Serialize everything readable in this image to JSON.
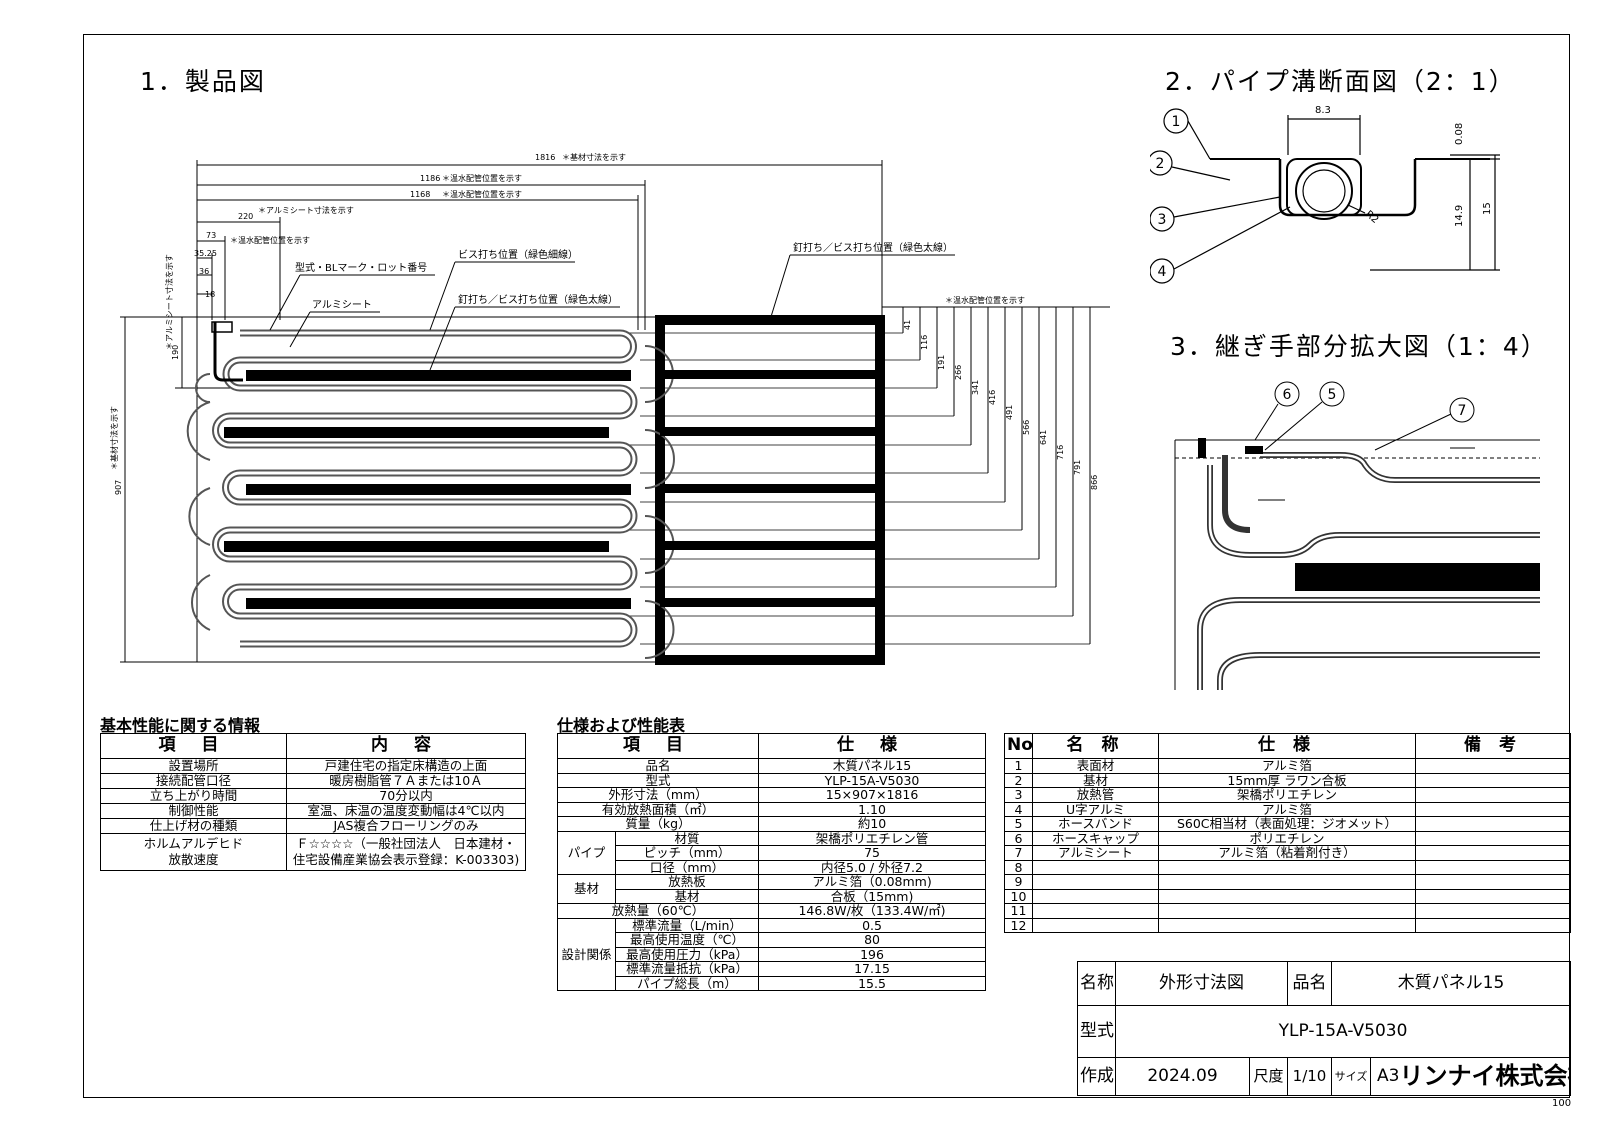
{
  "sections": {
    "product": "1．製品図",
    "pipe_section": "2．パイプ溝断面図（2：1）",
    "joint": "3．継ぎ手部分拡大図（1：4）"
  },
  "product_diagram": {
    "dims_top": [
      {
        "value": "1816",
        "note": "＊基材寸法を示す"
      },
      {
        "value": "1186",
        "note": "＊温水配管位置を示す"
      },
      {
        "value": "1168",
        "note": "＊温水配管位置を示す"
      },
      {
        "value": "220",
        "note": "＊アルミシート寸法を示す"
      },
      {
        "value": "73",
        "note": "＊温水配管位置を示す"
      },
      {
        "value": "35.25"
      },
      {
        "value": "36"
      },
      {
        "value": "18"
      }
    ],
    "dims_left": [
      {
        "value": "190",
        "note": "＊アルミシート寸法を示す"
      },
      {
        "value": "907",
        "note": "＊基材寸法を示す"
      }
    ],
    "dims_right_note": "＊温水配管位置を示す",
    "dims_right": [
      "41",
      "116",
      "191",
      "266",
      "341",
      "416",
      "491",
      "566",
      "641",
      "716",
      "791",
      "866"
    ],
    "labels": {
      "model_mark": "型式・BLマーク・ロット番号",
      "alu_sheet": "アルミシート",
      "screw_pos": "ビス打ち位置（緑色細線）",
      "nail_screw_pos": "釘打ち／ビス打ち位置（緑色太線）",
      "nail_screw_pos_right": "釘打ち／ビス打ち位置（緑色太線）"
    }
  },
  "pipe_diagram": {
    "dim_width": "8.3",
    "dim_foil": "0.08",
    "dim_depth": "14.9",
    "dim_total": "15",
    "radius": "R2",
    "callouts": [
      "1",
      "2",
      "3",
      "4"
    ]
  },
  "joint_diagram": {
    "callouts": [
      "6",
      "5",
      "7"
    ]
  },
  "basic_perf": {
    "title": "基本性能に関する情報",
    "headers": [
      "項 目",
      "内 容"
    ],
    "rows": [
      [
        "設置場所",
        "戸建住宅の指定床構造の上面"
      ],
      [
        "接続配管口径",
        "暖房樹脂管７Ａまたは10Ａ"
      ],
      [
        "立ち上がり時間",
        "70分以内"
      ],
      [
        "制御性能",
        "室温、床温の温度変動幅は4℃以内"
      ],
      [
        "仕上げ材の種類",
        "JAS複合フローリングのみ"
      ]
    ],
    "form_item_1": "ホルムアルデヒド",
    "form_item_2": "放散速度",
    "form_value_1": "Ｆ☆☆☆☆（一般社団法人　日本建材・",
    "form_value_2": "住宅設備産業協会表示登録：K-003303)"
  },
  "spec": {
    "title": "仕様および性能表",
    "headers": [
      "項 目",
      "仕 様"
    ],
    "rows_top": [
      [
        "品名",
        "木質パネル15"
      ],
      [
        "型式",
        "YLP-15A-V5030"
      ],
      [
        "外形寸法（mm）",
        "15×907×1816"
      ],
      [
        "有効放熱面積（㎡）",
        "1.10"
      ],
      [
        "質量（kg）",
        "約10"
      ]
    ],
    "pipe_group": "パイプ",
    "pipe_rows": [
      [
        "材質",
        "架橋ポリエチレン管"
      ],
      [
        "ピッチ（mm）",
        "75"
      ],
      [
        "口径（mm）",
        "内径5.0 / 外径7.2"
      ]
    ],
    "base_group": "基材",
    "base_rows": [
      [
        "放熱板",
        "アルミ箔（0.08mm)"
      ],
      [
        "基材",
        "合板（15mm)"
      ]
    ],
    "heat_row": [
      "放熱量（60℃）",
      "146.8W/枚（133.4W/㎡)"
    ],
    "design_group": "設計関係",
    "design_rows": [
      [
        "標準流量（L/min）",
        "0.5"
      ],
      [
        "最高使用温度（℃）",
        "80"
      ],
      [
        "最高使用圧力（kPa）",
        "196"
      ],
      [
        "標準流量抵抗（kPa）",
        "17.15"
      ],
      [
        "パイプ総長（m）",
        "15.5"
      ]
    ]
  },
  "parts": {
    "headers": [
      "No",
      "名 称",
      "仕 様",
      "備 考"
    ],
    "rows": [
      [
        "1",
        "表面材",
        "アルミ箔",
        ""
      ],
      [
        "2",
        "基材",
        "15mm厚 ラワン合板",
        ""
      ],
      [
        "3",
        "放熱管",
        "架橋ポリエチレン",
        ""
      ],
      [
        "4",
        "U字アルミ",
        "アルミ箔",
        ""
      ],
      [
        "5",
        "ホースバンド",
        "S60C相当材（表面処理：ジオメット）",
        ""
      ],
      [
        "6",
        "ホースキャップ",
        "ポリエチレン",
        ""
      ],
      [
        "7",
        "アルミシート",
        "アルミ箔（粘着剤付き）",
        ""
      ],
      [
        "8",
        "",
        "",
        ""
      ],
      [
        "9",
        "",
        "",
        ""
      ],
      [
        "10",
        "",
        "",
        ""
      ],
      [
        "11",
        "",
        "",
        ""
      ],
      [
        "12",
        "",
        "",
        ""
      ]
    ]
  },
  "title_block": {
    "name_label": "名称",
    "name_value": "外形寸法図",
    "product_label": "品名",
    "product_value": "木質パネル15",
    "model_label": "型式",
    "model_value": "YLP-15A-V5030",
    "made_label": "作成",
    "date": "2024.09",
    "scale_label": "尺度",
    "scale": "1/10",
    "size_label": "サイズ",
    "size": "A3",
    "company": "リンナイ株式会社"
  },
  "sheet_code": "100"
}
